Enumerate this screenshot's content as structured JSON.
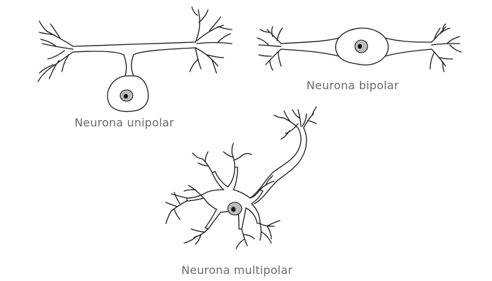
{
  "labels": {
    "unipolar": "Neurona unipolar",
    "bipolar": "Neurona bipolar",
    "multipolar": "Neurona multipolar"
  }
}
